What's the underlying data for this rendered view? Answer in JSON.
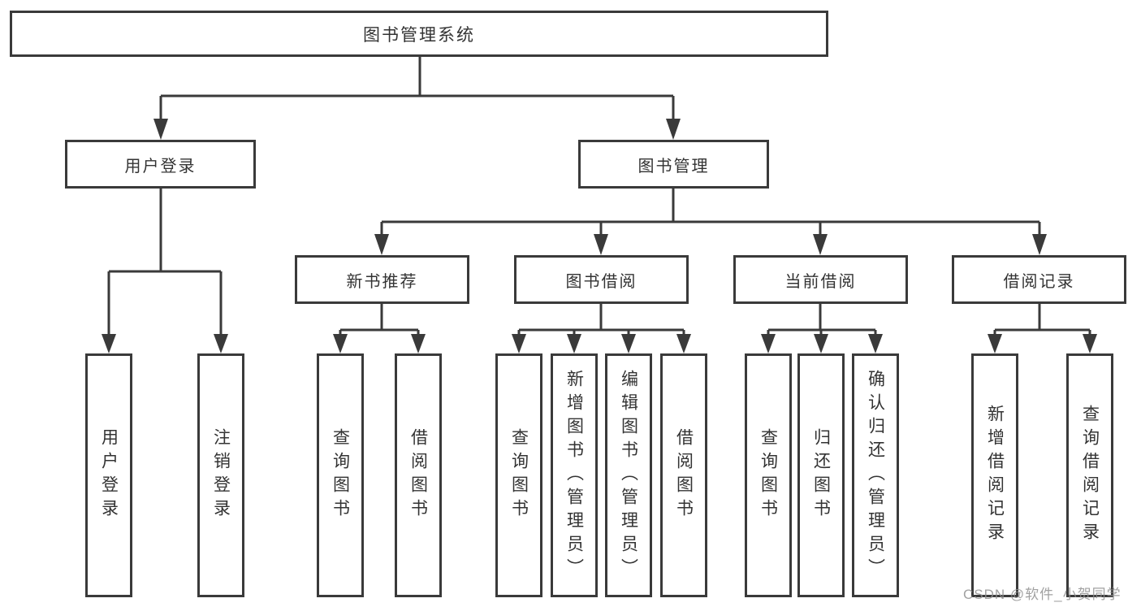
{
  "diagram": {
    "root": {
      "label": "图书管理系统"
    },
    "branches": [
      {
        "label": "用户登录",
        "children": [
          {
            "label": "用户登录"
          },
          {
            "label": "注销登录"
          }
        ]
      },
      {
        "label": "图书管理",
        "children": [
          {
            "label": "新书推荐",
            "children": [
              {
                "label": "查询图书"
              },
              {
                "label": "借阅图书"
              }
            ]
          },
          {
            "label": "图书借阅",
            "children": [
              {
                "label": "查询图书"
              },
              {
                "label": "新增图书（管理员）"
              },
              {
                "label": "编辑图书（管理员）"
              },
              {
                "label": "借阅图书"
              }
            ]
          },
          {
            "label": "当前借阅",
            "children": [
              {
                "label": "查询图书"
              },
              {
                "label": "归还图书"
              },
              {
                "label": "确认归还（管理员）"
              }
            ]
          },
          {
            "label": "借阅记录",
            "children": [
              {
                "label": "新增借阅记录"
              },
              {
                "label": "查询借阅记录"
              }
            ]
          }
        ]
      }
    ]
  },
  "colors": {
    "line": "#3a3a3a",
    "text": "#333333",
    "background": "#ffffff",
    "watermark": "#919191"
  },
  "watermark": "CSDN @软件_小贺同学"
}
